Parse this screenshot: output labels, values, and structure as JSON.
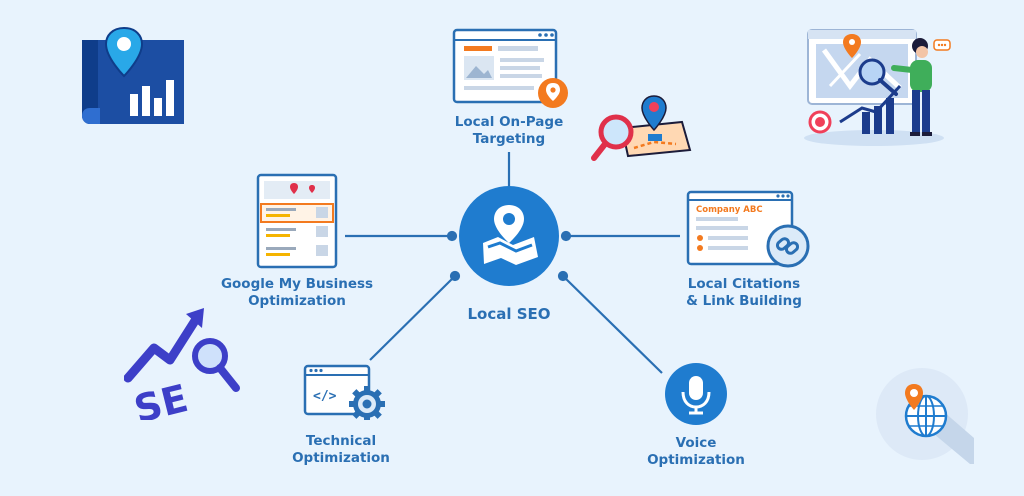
{
  "center": {
    "label": "Local SEO"
  },
  "nodes": {
    "onpage": {
      "line1": "Local On-Page",
      "line2": "Targeting"
    },
    "gmb": {
      "line1": "Google My Business",
      "line2": "Optimization"
    },
    "citations": {
      "line1": "Local Citations",
      "line2": "& Link Building",
      "card_title": "Company ABC"
    },
    "technical": {
      "line1": "Technical",
      "line2": "Optimization",
      "code_glyph": "</>"
    },
    "voice": {
      "line1": "Voice",
      "line2": "Optimization"
    }
  },
  "decor": {
    "seo_text": "SE"
  },
  "colors": {
    "primary": "#2a6fb3",
    "circle": "#1f7ccf",
    "accent_orange": "#f37a1f",
    "navy": "#1c3c8c",
    "background": "#e8f3fd"
  }
}
